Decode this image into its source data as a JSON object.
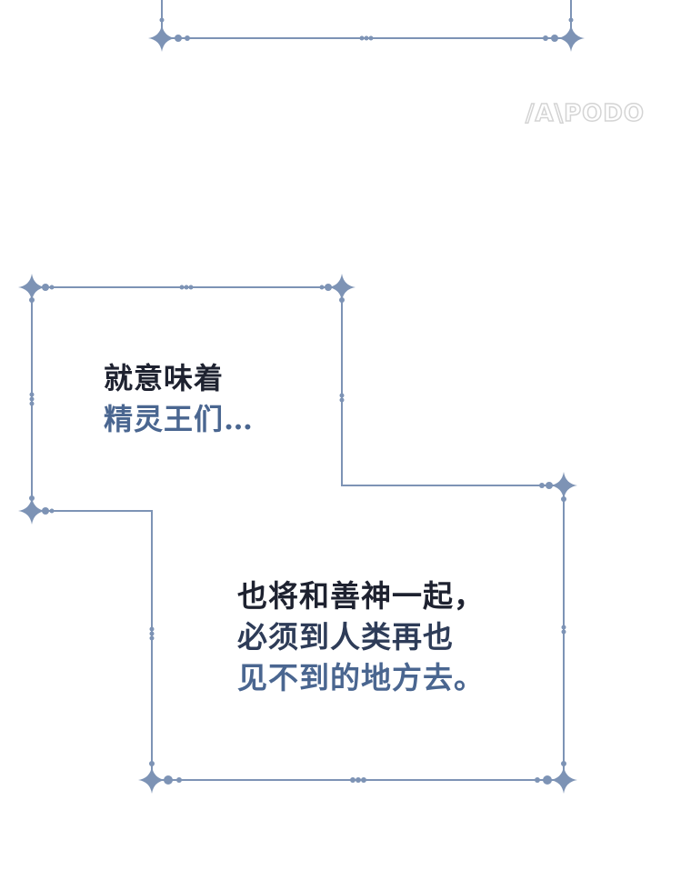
{
  "watermark": "/A\\PODO",
  "colors": {
    "frame": "#7d93b5",
    "text_dark": "#1e2230",
    "text_blue": "#4a6690"
  },
  "panel1": {
    "lines": [
      "就意味着",
      "精灵王们…"
    ]
  },
  "panel2": {
    "lines": [
      "也将和善神一起，",
      "必须到人类再也",
      "见不到的地方去。"
    ]
  }
}
